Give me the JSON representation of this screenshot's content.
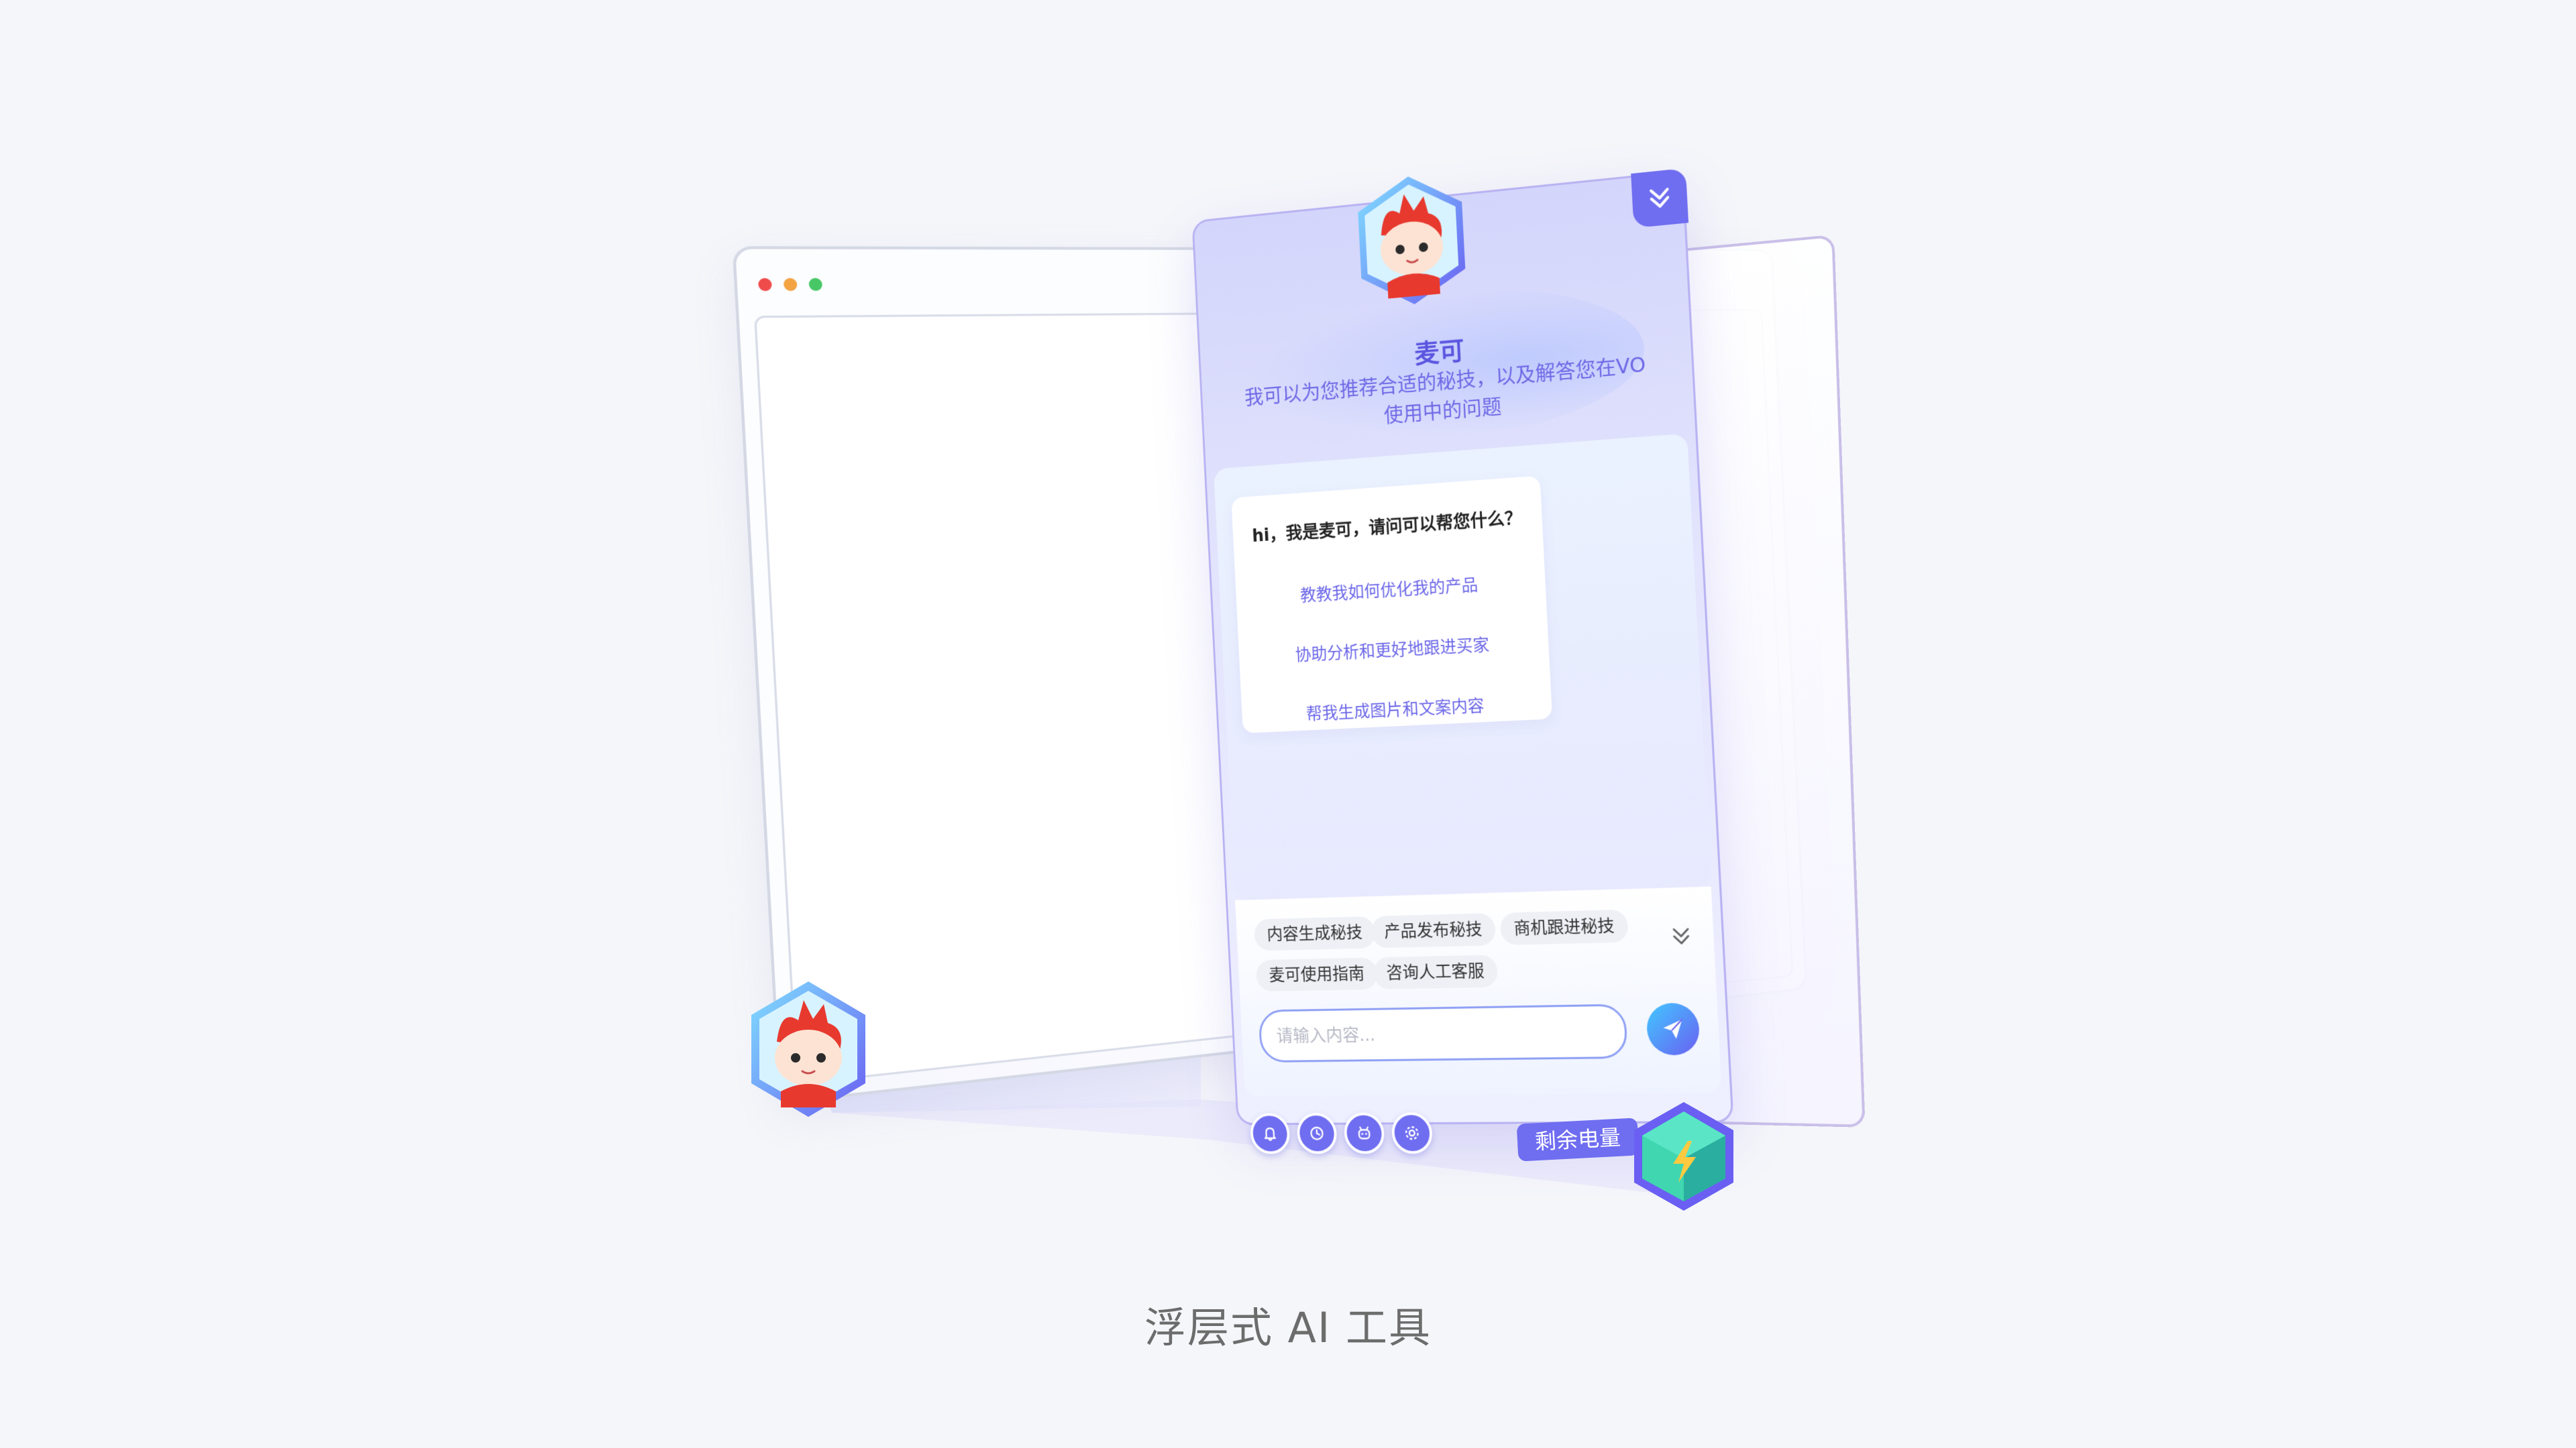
{
  "window": {
    "traffic_lights": [
      "red",
      "orange",
      "green"
    ]
  },
  "assistant": {
    "name": "麦可",
    "description": "我可以为您推荐合适的秘技，以及解答您在VO使用中的问题",
    "collapse_icon": "chevrons-down-icon",
    "greeting": "hi，我是麦可，请问可以帮您什么？",
    "suggestions": [
      "教教我如何优化我的产品",
      "协助分析和更好地跟进买家",
      "帮我生成图片和文案内容"
    ],
    "quick_chips": [
      "内容生成秘技",
      "产品发布秘技",
      "商机跟进秘技",
      "麦可使用指南",
      "咨询人工客服"
    ],
    "input": {
      "placeholder": "请输入内容...",
      "value": ""
    },
    "tools": [
      "bell-icon",
      "clock-icon",
      "robot-icon",
      "gear-icon"
    ],
    "battery_label": "剩余电量"
  },
  "caption": "浮层式 AI 工具",
  "colors": {
    "accent": "#6f6df0",
    "background": "#f5f6fa",
    "panel_top": "#d3d5fb",
    "link": "#6b66e8"
  }
}
